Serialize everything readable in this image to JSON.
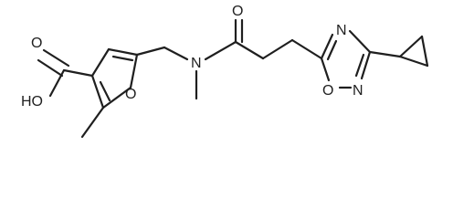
{
  "molecule": {
    "labels": {
      "carboxylic_oxygen": "O",
      "hydroxyl": "HO",
      "furan_oxygen": "O",
      "amide_nitrogen": "N",
      "amide_oxygen": "O",
      "oxadiazole_n3": "N",
      "oxadiazole_o1": "O",
      "oxadiazole_n2": "N"
    }
  }
}
